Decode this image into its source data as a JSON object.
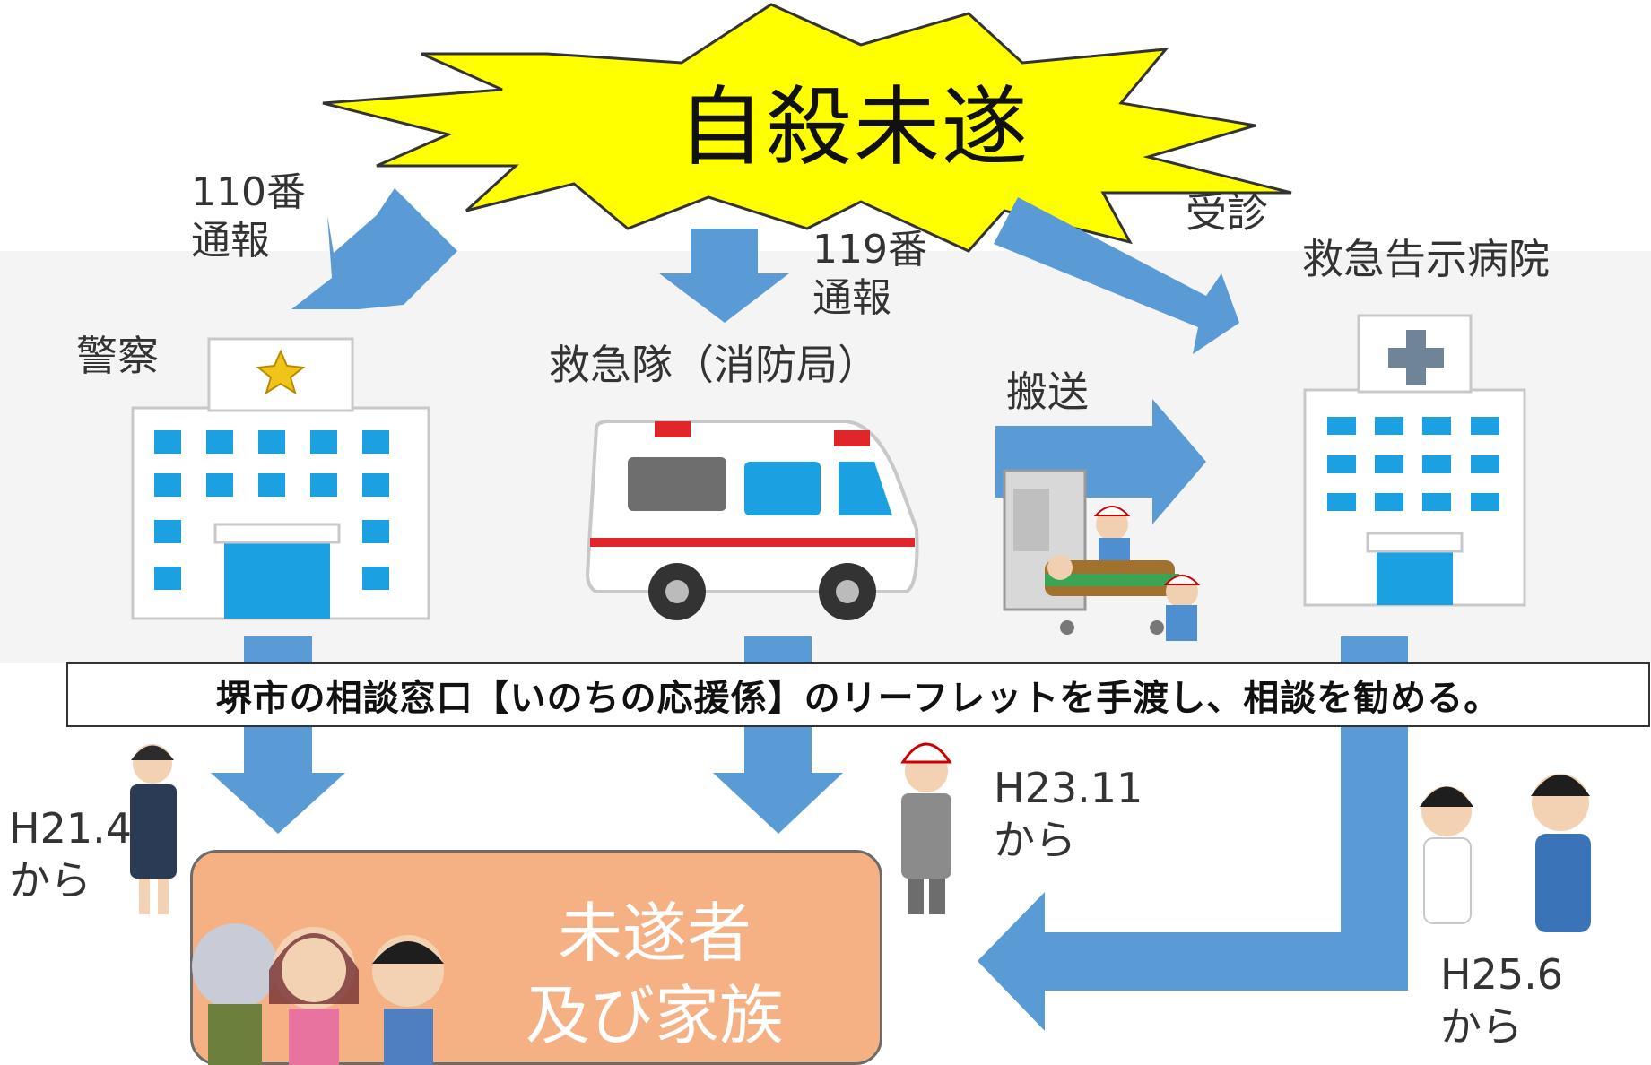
{
  "title": "自殺未遂",
  "routes": {
    "police_call": "110番\n通報",
    "ambulance_call": "119番\n通報",
    "hospital_visit": "受診",
    "transport": "搬送"
  },
  "agencies": {
    "police": "警察",
    "fire_ambulance": "救急隊（消防局）",
    "hospital": "救急告示病院"
  },
  "banner_text": "堺市の相談窓口【いのちの応援係】のリーフレットを手渡し、相談を勧める。",
  "start_dates": {
    "police": "H21.4\nから",
    "ambulance": "H23.11\nから",
    "hospital": "H25.6\nから"
  },
  "target": "未遂者\n及び家族",
  "colors": {
    "arrow": "#5b9bd5",
    "burst": "#ffff00",
    "target_box": "#f5b083",
    "window": "#1ba0e2",
    "ambulance_red": "#e0262b"
  }
}
